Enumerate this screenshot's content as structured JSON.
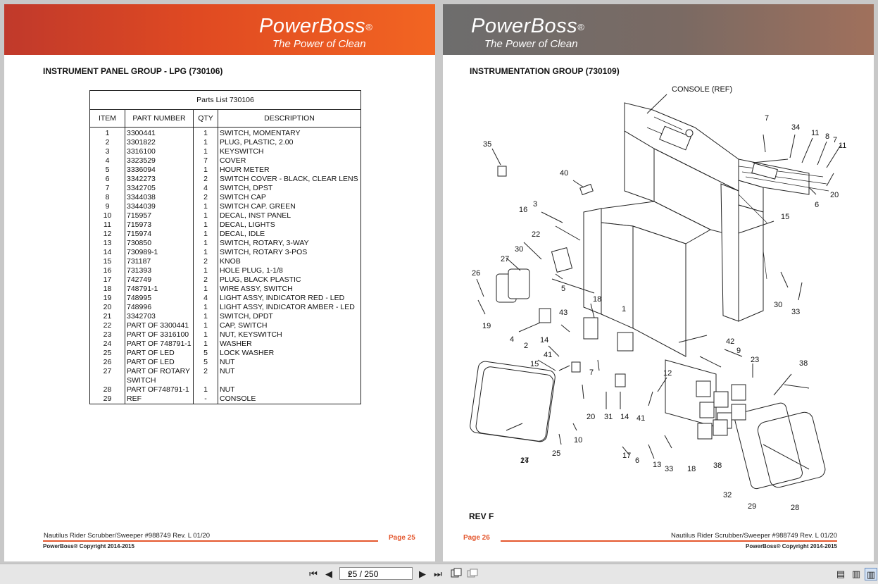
{
  "brand": {
    "name": "PowerBoss",
    "reg": "®",
    "tagline": "The Power of Clean"
  },
  "left_page": {
    "title": "INSTRUMENT PANEL GROUP - LPG (730106)",
    "table": {
      "caption": "Parts List 730106",
      "headers": [
        "ITEM",
        "PART NUMBER",
        "QTY",
        "DESCRIPTION"
      ],
      "rows": [
        [
          "1",
          "3300441",
          "1",
          "SWITCH, MOMENTARY"
        ],
        [
          "2",
          "3301822",
          "1",
          "PLUG, PLASTIC, 2.00"
        ],
        [
          "3",
          "3316100",
          "1",
          "KEYSWITCH"
        ],
        [
          "4",
          "3323529",
          "7",
          "COVER"
        ],
        [
          "5",
          "3336094",
          "1",
          "HOUR METER"
        ],
        [
          "6",
          "3342273",
          "2",
          "SWITCH COVER - BLACK, CLEAR LENS"
        ],
        [
          "7",
          "3342705",
          "4",
          "SWITCH, DPST"
        ],
        [
          "8",
          "3344038",
          "2",
          "SWITCH CAP"
        ],
        [
          "9",
          "3344039",
          "1",
          "SWITCH CAP. GREEN"
        ],
        [
          "10",
          "715957",
          "1",
          "DECAL, INST PANEL"
        ],
        [
          "11",
          "715973",
          "1",
          "DECAL, LIGHTS"
        ],
        [
          "12",
          "715974",
          "1",
          "DECAL, IDLE"
        ],
        [
          "13",
          "730850",
          "1",
          "SWITCH, ROTARY, 3-WAY"
        ],
        [
          "14",
          "730989-1",
          "1",
          "SWITCH, ROTARY 3-POS"
        ],
        [
          "15",
          "731187",
          "2",
          "KNOB"
        ],
        [
          "16",
          "731393",
          "1",
          "HOLE PLUG, 1-1/8"
        ],
        [
          "17",
          "742749",
          "2",
          "PLUG, BLACK PLASTIC"
        ],
        [
          "18",
          "748791-1",
          "1",
          "WIRE ASSY, SWITCH"
        ],
        [
          "19",
          "748995",
          "4",
          "LIGHT ASSY, INDICATOR RED - LED"
        ],
        [
          "20",
          "748996",
          "1",
          "LIGHT ASSY,  INDICATOR AMBER - LED"
        ],
        [
          "21",
          "3342703",
          "1",
          "SWITCH, DPDT"
        ],
        [
          "22",
          "PART OF 3300441",
          "1",
          "CAP, SWITCH"
        ],
        [
          "23",
          "PART OF 3316100",
          "1",
          "NUT, KEYSWITCH"
        ],
        [
          "24",
          "PART OF 748791-1",
          "1",
          "WASHER"
        ],
        [
          "25",
          "PART OF LED",
          "5",
          "LOCK WASHER"
        ],
        [
          "26",
          "PART OF LED",
          "5",
          "NUT"
        ],
        [
          "27",
          "PART OF ROTARY SWITCH",
          "2",
          "NUT"
        ],
        [
          "28",
          "PART OF748791-1",
          "1",
          "NUT"
        ],
        [
          "29",
          "REF",
          "-",
          "CONSOLE"
        ]
      ]
    },
    "footer": {
      "doc": "Nautilus Rider Scrubber/Sweeper #988749 Rev. L 01/20",
      "page": "Page  25",
      "copyright": "PowerBoss® Copyright 2014-2015"
    }
  },
  "right_page": {
    "title": "INSTRUMENTATION GROUP (730109)",
    "rev": "REV F",
    "diagram": {
      "console_label": "CONSOLE (REF)",
      "callouts": [
        "7",
        "34",
        "11",
        "8",
        "7",
        "11",
        "35",
        "40",
        "20",
        "6",
        "15",
        "16",
        "3",
        "22",
        "30",
        "27",
        "26",
        "5",
        "30",
        "33",
        "18",
        "1",
        "43",
        "19",
        "4",
        "14",
        "2",
        "41",
        "42",
        "9",
        "23",
        "38",
        "15",
        "7",
        "12",
        "20",
        "31",
        "14",
        "41",
        "10",
        "25",
        "24",
        "17",
        "6",
        "13",
        "33",
        "18",
        "38",
        "32",
        "29",
        "28",
        "17"
      ]
    },
    "footer": {
      "doc": "Nautilus Rider Scrubber/Sweeper #988749 Rev. L 01/20",
      "page": "Page  26",
      "copyright": "PowerBoss® Copyright 2014-2015"
    }
  },
  "toolbar": {
    "first": "⏮",
    "prev": "◀",
    "page_field": "25 / 250",
    "dropdown": "▾",
    "next": "▶",
    "last": "⏭",
    "view_single": "▤",
    "view_double": "▥",
    "view_book": "▥"
  }
}
